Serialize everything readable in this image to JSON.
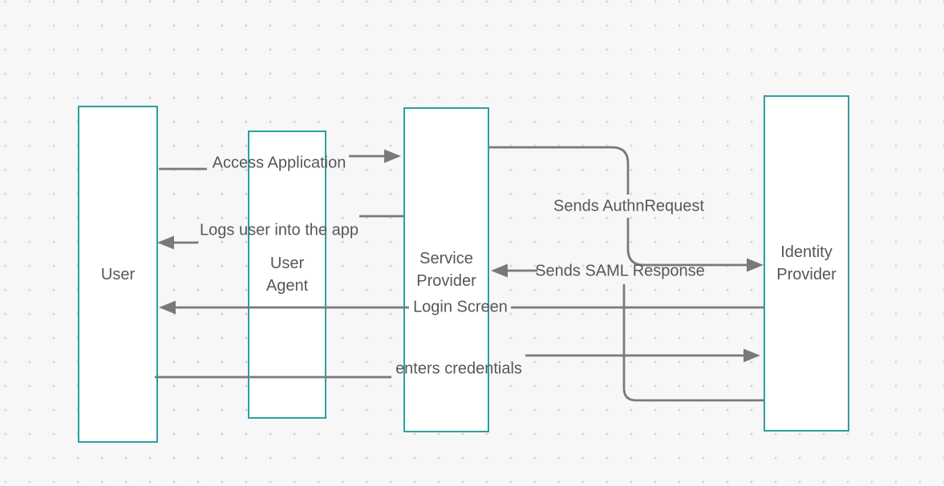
{
  "diagram": {
    "kind": "saml-sso-flow",
    "colors": {
      "shape_border": "#2aa19d",
      "connector": "#797979",
      "text": "#54585a",
      "canvas": "#f7f7f8",
      "dot": "#d8d8d8"
    },
    "actors": [
      {
        "id": "user",
        "lines": [
          "User"
        ]
      },
      {
        "id": "user-agent",
        "lines": [
          "User",
          "Agent"
        ]
      },
      {
        "id": "service-provider",
        "lines": [
          "Service",
          "Provider"
        ]
      },
      {
        "id": "identity-provider",
        "lines": [
          "Identity",
          "Provider"
        ]
      }
    ],
    "messages": [
      {
        "label": "Access Application",
        "from": "User",
        "to": "Service Provider",
        "direction": "right"
      },
      {
        "label": "Logs user into the app",
        "from": "Service Provider",
        "to": "User",
        "direction": "left"
      },
      {
        "label": "Sends AuthnRequest",
        "from": "Service Provider",
        "to": "Identity Provider",
        "direction": "right"
      },
      {
        "label": "Sends SAML Response",
        "from": "Identity Provider",
        "to": "Service Provider",
        "direction": "left"
      },
      {
        "label": "Login Screen",
        "from": "Identity Provider",
        "to": "User",
        "direction": "left"
      },
      {
        "label": "enters credentials",
        "from": "User",
        "to": "Identity Provider",
        "direction": "right"
      }
    ]
  }
}
